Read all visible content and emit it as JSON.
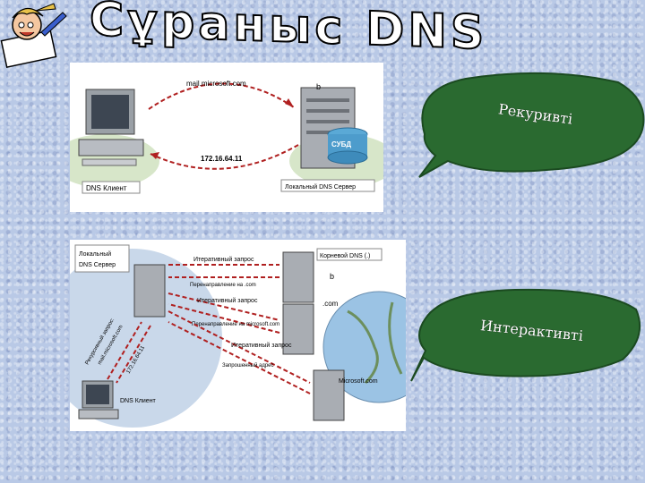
{
  "title": "Сұраныс DNS",
  "recursive": {
    "caption": "Рекуривті",
    "query_host": "mail.microsoft.com",
    "answer_ip": "172.16.64.11",
    "db_label": "СУБД",
    "client_label": "DNS Клиент",
    "server_label": "Локальный DNS Сервер",
    "ref_letter": "b"
  },
  "iterative": {
    "caption": "Интерактивті",
    "local_server_label": "Локальный\nDNS Сервер",
    "root_label": "Корневой DNS (.)",
    "com_label": ".com",
    "ms_label": "Microsoft.com",
    "client_label": "DNS Клиент",
    "q1": "Итеративный запрос",
    "q1_sub": "Перенаправление на .com",
    "q2": "Итеративный запрос",
    "q2_sub": "Перенаправление на microsoft.com",
    "q3": "Итеративный запрос",
    "q3_sub": "Запрошенный адрес",
    "rec_query": "Рекурсивный запрос:",
    "rec_host": "mail.microsoft.com",
    "rec_ip": "172.16.64.11",
    "ref_letter": "b"
  }
}
